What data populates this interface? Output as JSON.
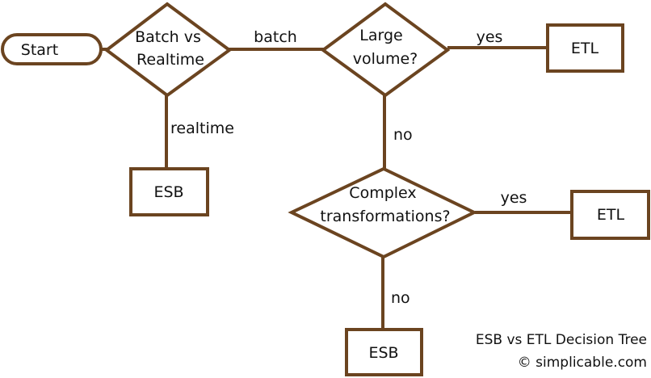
{
  "diagram": {
    "start": "Start",
    "decision_batch_realtime": [
      "Batch vs",
      "Realtime"
    ],
    "decision_large_volume": [
      "Large",
      "volume?"
    ],
    "decision_complex": [
      "Complex",
      "transformations?"
    ],
    "etl_top": "ETL",
    "etl_middle": "ETL",
    "esb_left": "ESB",
    "esb_bottom": "ESB",
    "edges": {
      "batch": "batch",
      "realtime": "realtime",
      "yes_top": "yes",
      "no_middle": "no",
      "yes_middle": "yes",
      "no_bottom": "no"
    }
  },
  "caption": {
    "title": "ESB vs ETL Decision Tree",
    "credit": "© simplicable.com"
  },
  "colors": {
    "stroke": "#6b4420",
    "text": "#111111",
    "background": "#ffffff"
  }
}
